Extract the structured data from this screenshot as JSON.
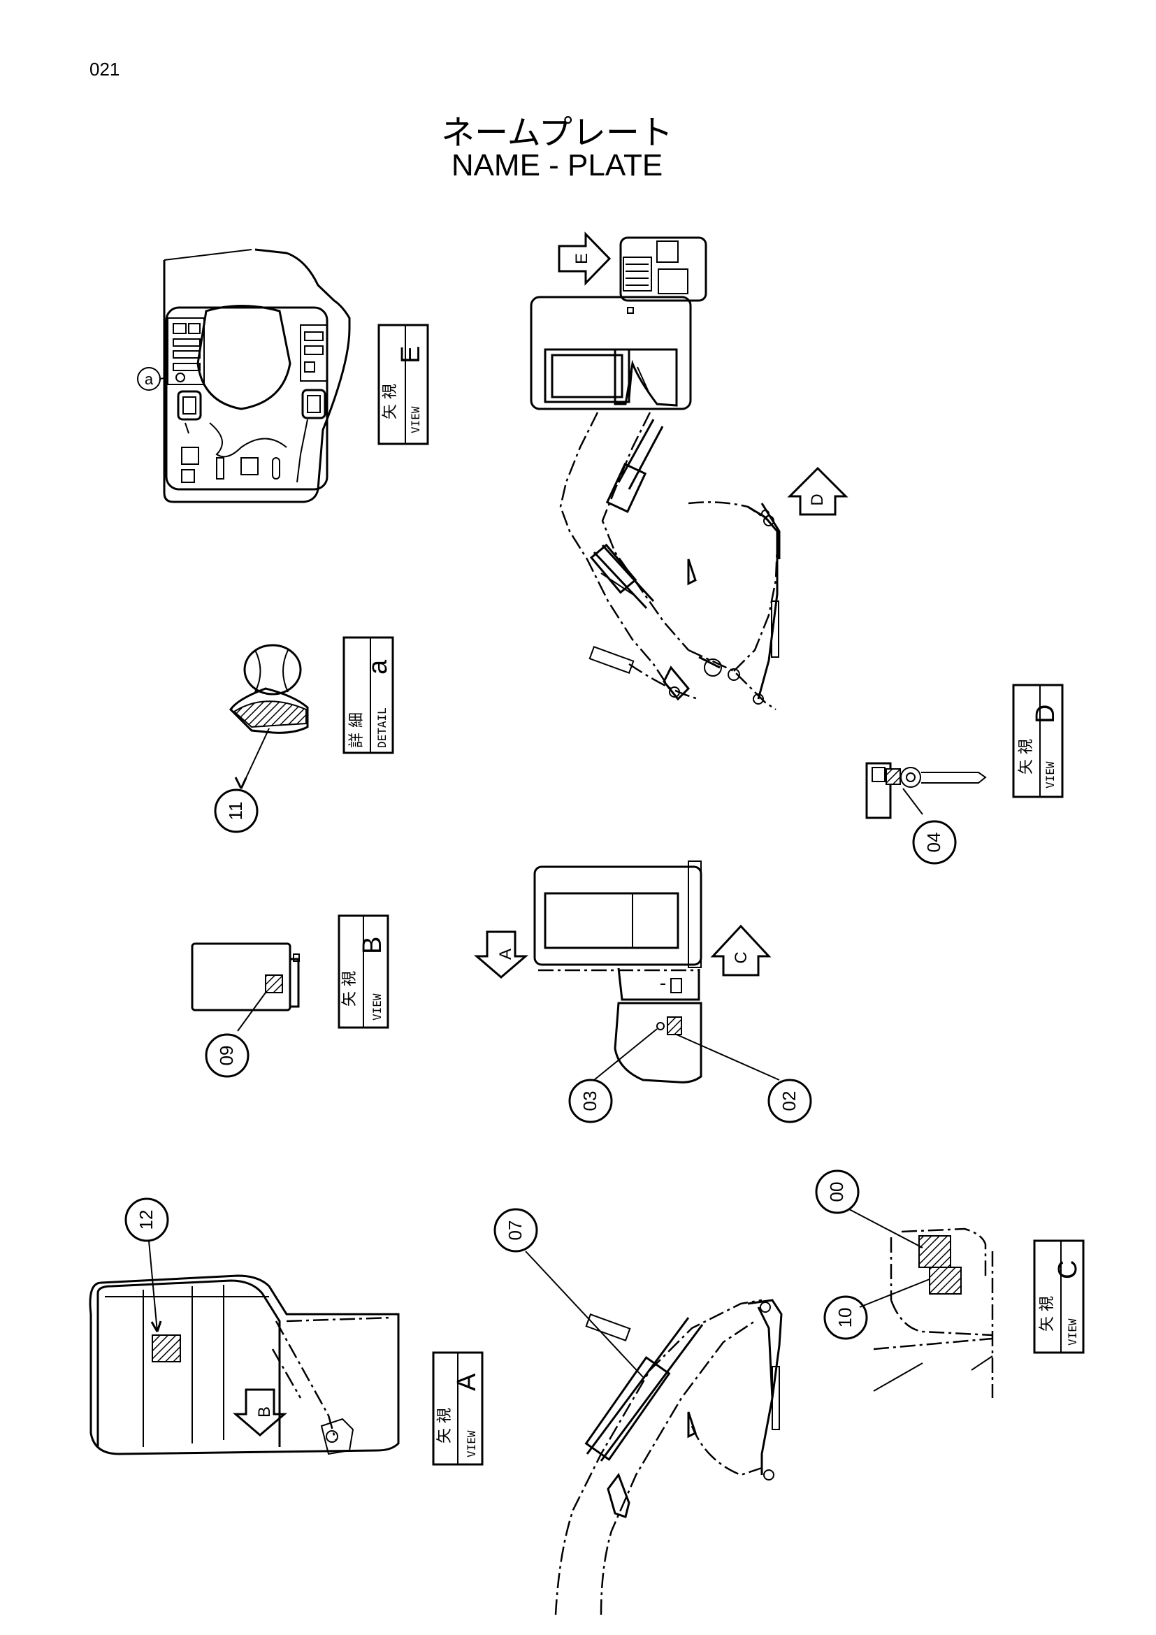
{
  "page": {
    "number": "021"
  },
  "title": {
    "japanese": "ネームプレート",
    "english": "NAME - PLATE"
  },
  "view_labels": [
    {
      "id": "E",
      "jp": "矢 視",
      "en": "VIEW",
      "letter": "E"
    },
    {
      "id": "a",
      "jp": "詳 細",
      "en": "DETAIL",
      "letter": "a"
    },
    {
      "id": "D",
      "jp": "矢 視",
      "en": "VIEW",
      "letter": "D"
    },
    {
      "id": "B",
      "jp": "矢 視",
      "en": "VIEW",
      "letter": "B"
    },
    {
      "id": "A",
      "jp": "矢 視",
      "en": "VIEW",
      "letter": "A"
    },
    {
      "id": "C",
      "jp": "矢 視",
      "en": "VIEW",
      "letter": "C"
    }
  ],
  "direction_arrows": [
    "E",
    "D",
    "A",
    "C",
    "B"
  ],
  "callouts": [
    "11",
    "04",
    "09",
    "03",
    "02",
    "12",
    "07",
    "00",
    "10",
    "a"
  ]
}
